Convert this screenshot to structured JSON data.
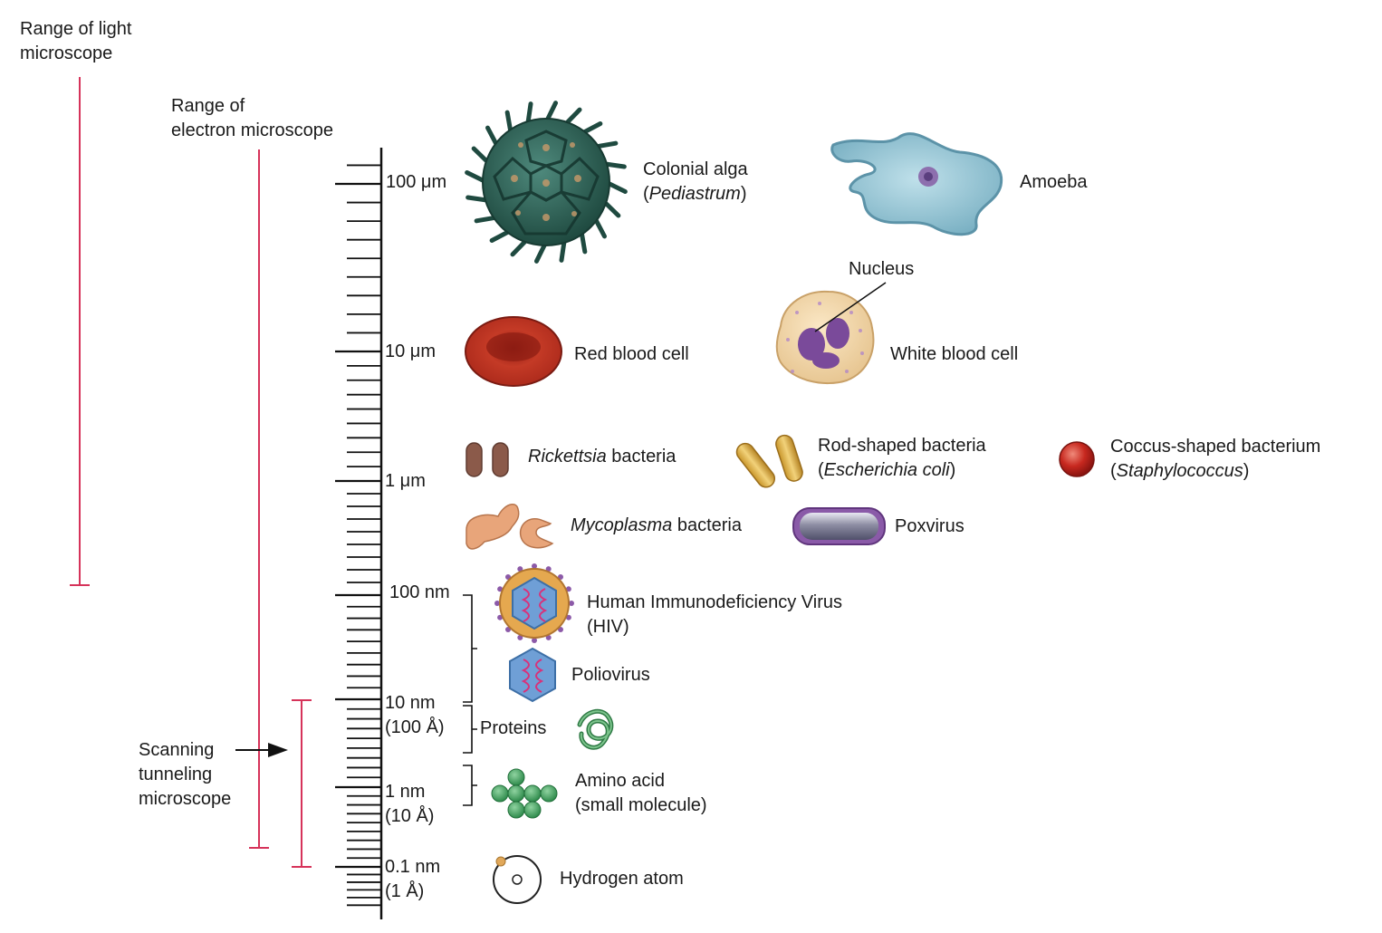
{
  "ranges": {
    "light": {
      "line1": "Range of light",
      "line2": "microscope"
    },
    "electron": {
      "line1": "Range of",
      "line2": "electron microscope"
    },
    "stm": {
      "line1": "Scanning",
      "line2": "tunneling",
      "line3": "microscope"
    }
  },
  "scale_ticks": [
    {
      "line1": "100 μm",
      "line2": ""
    },
    {
      "line1": "10 μm",
      "line2": ""
    },
    {
      "line1": "1 μm",
      "line2": ""
    },
    {
      "line1": "100 nm",
      "line2": ""
    },
    {
      "line1": "10 nm",
      "line2": "(100 Å)"
    },
    {
      "line1": "1 nm",
      "line2": "(10 Å)"
    },
    {
      "line1": "0.1 nm",
      "line2": "(1 Å)"
    }
  ],
  "brackets": {
    "proteins": "Proteins"
  },
  "specimens": {
    "colonial_alga": {
      "name": "Colonial alga",
      "italic": "Pediastrum"
    },
    "amoeba": {
      "name": "Amoeba"
    },
    "nucleus": {
      "name": "Nucleus"
    },
    "red_blood_cell": {
      "name": "Red blood cell"
    },
    "white_blood_cell": {
      "name": "White blood cell"
    },
    "rickettsia": {
      "italic": "Rickettsia",
      "name": " bacteria"
    },
    "rod_bacteria": {
      "name": "Rod-shaped bacteria",
      "italic": "Escherichia coli"
    },
    "coccus": {
      "name": "Coccus-shaped bacterium",
      "italic": "Staphylococcus"
    },
    "mycoplasma": {
      "italic": "Mycoplasma",
      "name": " bacteria"
    },
    "poxvirus": {
      "name": "Poxvirus"
    },
    "hiv": {
      "name": "Human Immunodeficiency Virus",
      "abbr": "(HIV)"
    },
    "poliovirus": {
      "name": "Poliovirus"
    },
    "amino_acid": {
      "name": "Amino acid",
      "sub": "(small molecule)"
    },
    "hydrogen": {
      "name": "Hydrogen atom"
    }
  },
  "colors": {
    "range_bar": "#d6335a",
    "axis": "#111111"
  }
}
